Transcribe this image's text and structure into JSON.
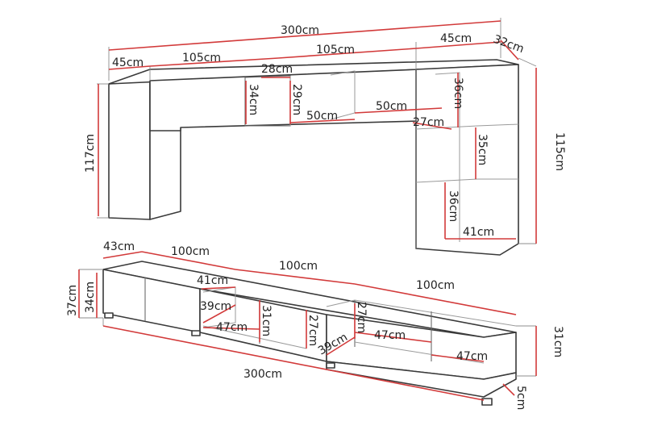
{
  "colors": {
    "dimension": "#d23a3a",
    "outline": "#3a3a3a",
    "background": "#ffffff"
  },
  "dimensions": {
    "top_total_width": "300cm",
    "top_depth": "32cm",
    "top_left_tower_width": "45cm",
    "top_bridge_left_width": "105cm",
    "top_bridge_right_width": "105cm",
    "top_right_tower_width": "45cm",
    "top_left_tower_height": "117cm",
    "top_right_tower_height": "115cm",
    "bridge_shelf_depth": "28cm",
    "bridge_height_outer": "34cm",
    "bridge_height_inner": "29cm",
    "bridge_shelf_width_a": "50cm",
    "bridge_shelf_width_b": "50cm",
    "right_shelf_depth": "27cm",
    "right_shelf_height_1": "36cm",
    "right_shelf_height_2": "35cm",
    "right_shelf_height_3": "36cm",
    "right_shelf_width": "41cm",
    "bottom_depth": "43cm",
    "bottom_section_1": "100cm",
    "bottom_section_2": "100cm",
    "bottom_section_3": "100cm",
    "bottom_total_width": "300cm",
    "bottom_height_outer": "37cm",
    "bottom_height_inner": "34cm",
    "bottom_right_height": "31cm",
    "leg_height": "5cm",
    "mid_depth": "41cm",
    "mid_open_height": "39cm",
    "mid_shelf_width_a": "47cm",
    "mid_divider_height_a": "31cm",
    "mid_divider_height_b": "27cm",
    "right_open_depth": "39cm",
    "right_divider_height": "27cm",
    "right_shelf_width_a": "47cm",
    "right_shelf_width_b": "47cm"
  }
}
